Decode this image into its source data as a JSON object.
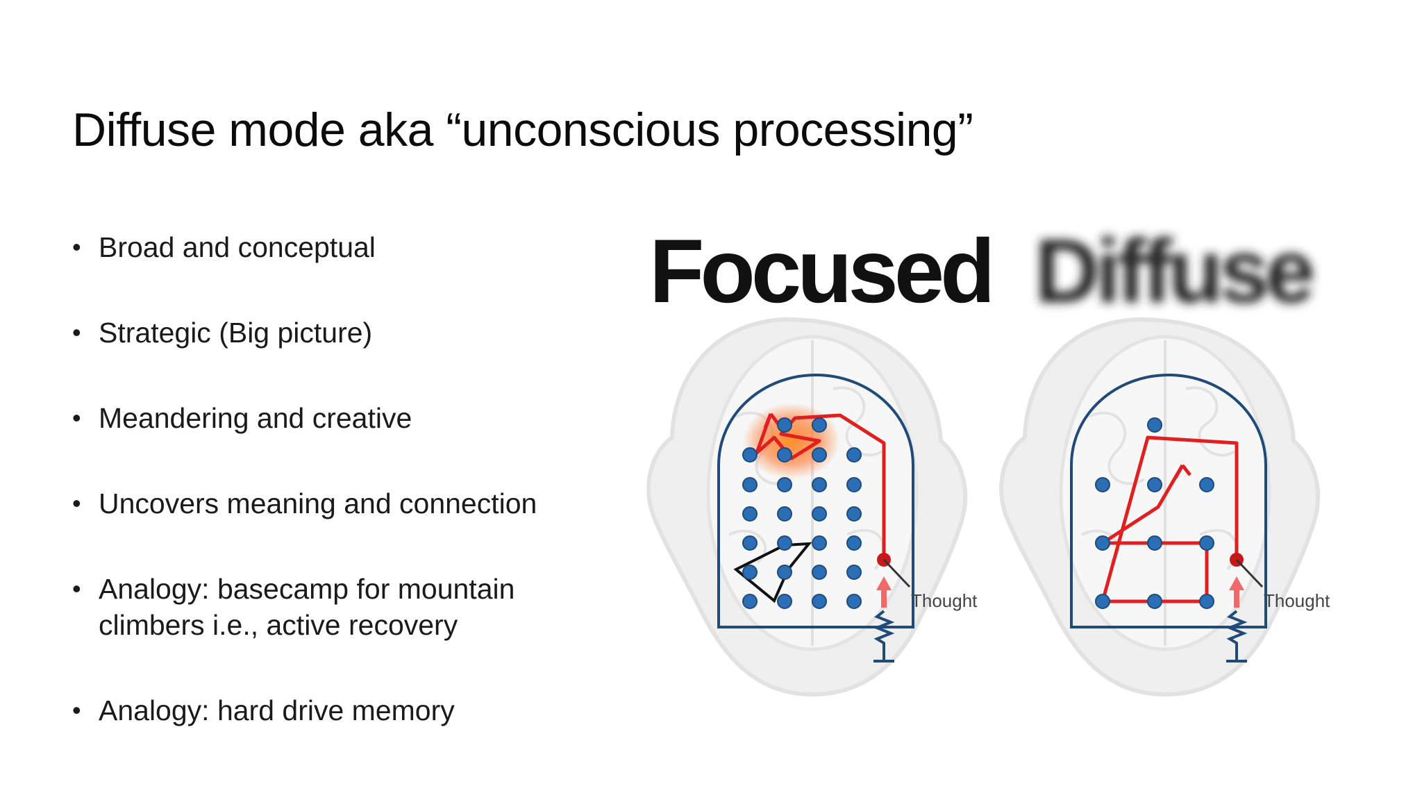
{
  "slide": {
    "title": "Diffuse mode aka “unconscious processing”",
    "bullets": [
      "Broad and conceptual",
      "Strategic (Big picture)",
      "Meandering and creative",
      "Uncovers meaning and connection",
      "Analogy: basecamp for mountain climbers i.e., active recovery",
      "Analogy: hard drive memory"
    ],
    "bullet_symbol": "•"
  },
  "figure": {
    "focused_label": "Focused",
    "diffuse_label": "Diffuse",
    "thought_label": "Thought",
    "colors": {
      "path": "#e02020",
      "node": "#2a6fb5",
      "outline": "#1f4a7a",
      "brain": "#e9e9e9"
    }
  }
}
